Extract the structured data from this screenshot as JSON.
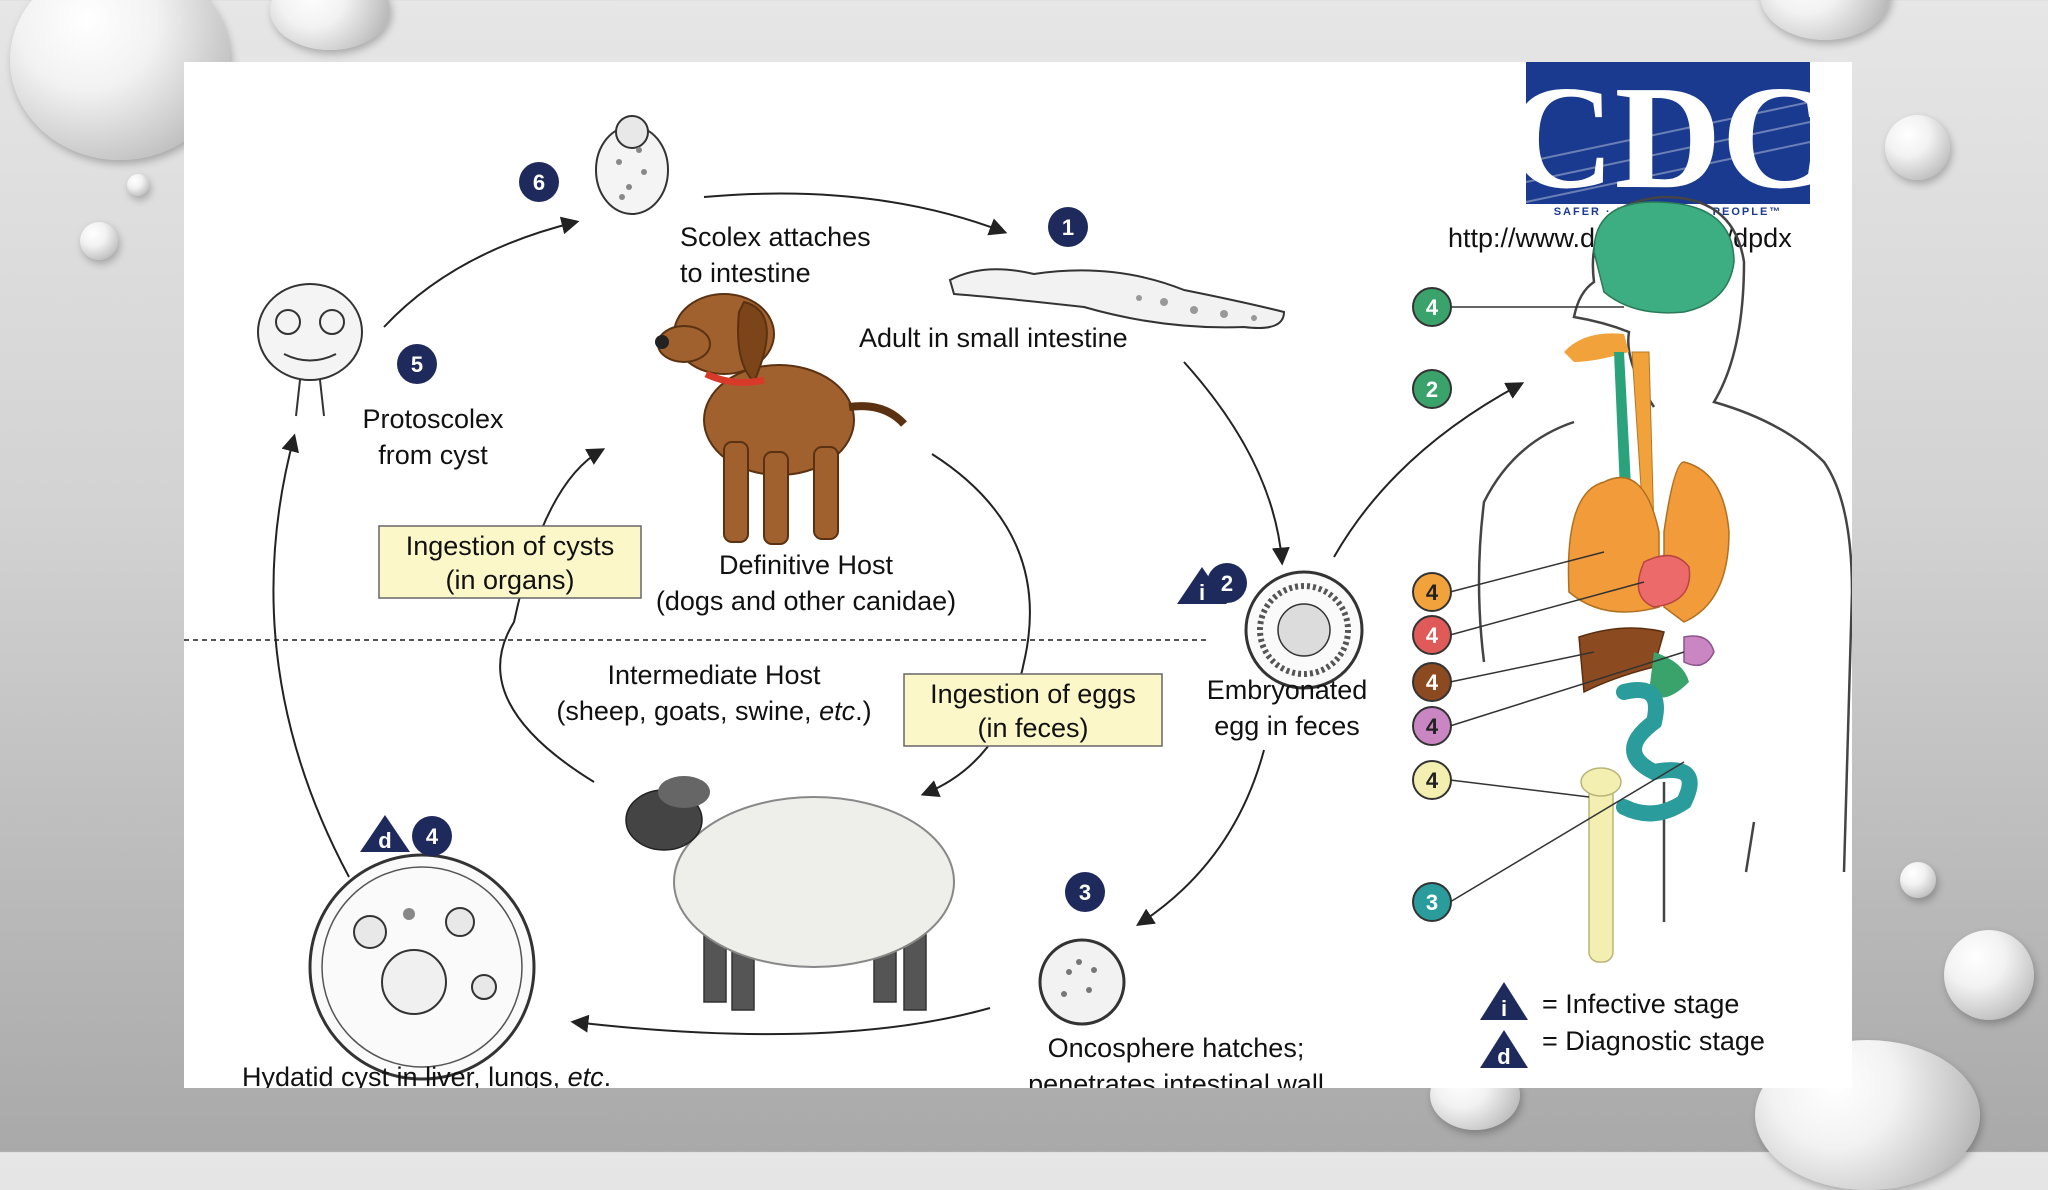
{
  "cdc": {
    "logo_text": "CDC",
    "tagline": "SAFER · HEALTHIER · PEOPLE™",
    "url": "http://www.dpd.cdc.gov/dpdx"
  },
  "stages": {
    "s1": {
      "number": "1",
      "label_line1": "Adult in small intestine"
    },
    "s2": {
      "number": "2",
      "label_line1": "Embryonated",
      "label_line2": "egg in feces"
    },
    "s3": {
      "number": "3",
      "label_line1": "Oncosphere hatches;",
      "label_line2": "penetrates intestinal wall"
    },
    "s4": {
      "number": "4",
      "label_line1": "Hydatid cyst in liver, lungs, ",
      "label_italic": "etc",
      "label_end": "."
    },
    "s5": {
      "number": "5",
      "label_line1": "Protoscolex",
      "label_line2": "from cyst"
    },
    "s6": {
      "number": "6",
      "label_line1": "Scolex attaches",
      "label_line2": "to intestine"
    }
  },
  "hosts": {
    "definitive_line1": "Definitive Host",
    "definitive_line2": "(dogs and other canidae)",
    "intermediate_line1": "Intermediate Host",
    "intermediate_line2_a": "(sheep, goats, swine, ",
    "intermediate_line2_italic": "etc",
    "intermediate_line2_b": ".)"
  },
  "boxes": {
    "cysts_line1": "Ingestion of cysts",
    "cysts_line2": "(in organs)",
    "eggs_line1": "Ingestion of eggs",
    "eggs_line2": "(in feces)"
  },
  "markers": {
    "infective": "i",
    "diagnostic": "d"
  },
  "legend": {
    "infective_label": "= Infective stage",
    "diagnostic_label": "= Diagnostic stage"
  },
  "body_markers": [
    {
      "number": "4",
      "color": "#3aa36b",
      "organ": "brain"
    },
    {
      "number": "2",
      "color": "#3aa36b",
      "organ": "mouth"
    },
    {
      "number": "4",
      "color": "#f2a23a",
      "organ": "lungs"
    },
    {
      "number": "4",
      "color": "#e05a5a",
      "organ": "heart"
    },
    {
      "number": "4",
      "color": "#8b4a1f",
      "organ": "liver"
    },
    {
      "number": "4",
      "color": "#c986c2",
      "organ": "spleen"
    },
    {
      "number": "4",
      "color": "#f3efb0",
      "organ": "bone"
    },
    {
      "number": "3",
      "color": "#2b9c9c",
      "organ": "intestine"
    }
  ],
  "colors": {
    "stage_marker": "#1f2a5c",
    "box_fill": "#fbf7c8",
    "cdc_blue": "#1a3a8f"
  }
}
